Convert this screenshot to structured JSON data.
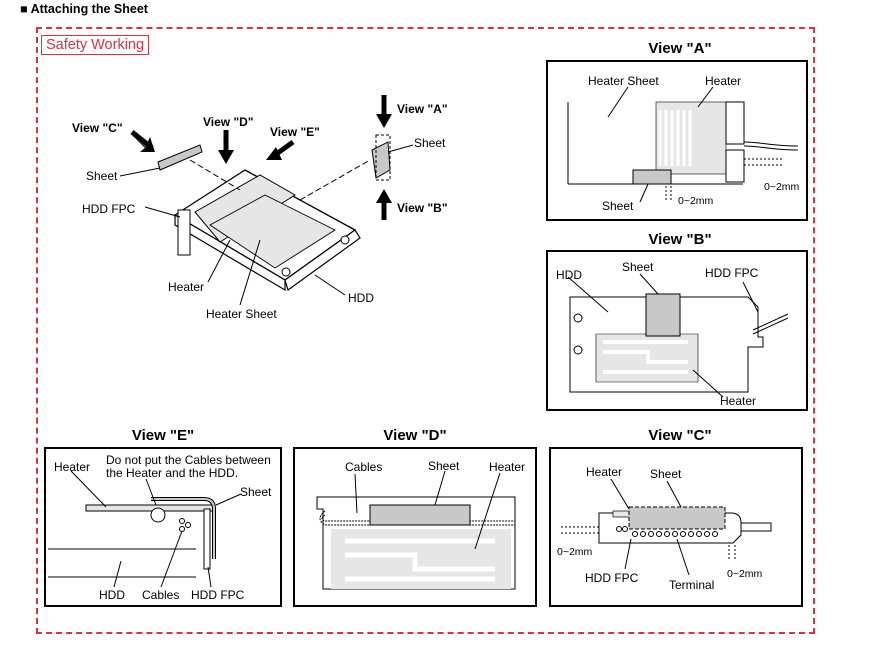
{
  "header": {
    "title": "Attaching the Sheet"
  },
  "badge": {
    "label": "Safety Working"
  },
  "main": {
    "view_c": "View \"C\"",
    "view_d": "View \"D\"",
    "view_e": "View \"E\"",
    "view_a": "View \"A\"",
    "view_b": "View \"B\"",
    "sheet": "Sheet",
    "hdd_fpc": "HDD FPC",
    "heater": "Heater",
    "heater_sheet": "Heater Sheet",
    "hdd": "HDD"
  },
  "views": {
    "a": {
      "title": "View \"A\"",
      "heater_sheet": "Heater Sheet",
      "heater": "Heater",
      "sheet": "Sheet",
      "gap1": "0~2mm",
      "gap2": "0~2mm"
    },
    "b": {
      "title": "View \"B\"",
      "hdd": "HDD",
      "sheet": "Sheet",
      "hdd_fpc": "HDD FPC",
      "heater": "Heater"
    },
    "e": {
      "title": "View \"E\"",
      "heater": "Heater",
      "note1": "Do not put the Cables between",
      "note2": "the Heater and the HDD.",
      "sheet": "Sheet",
      "hdd": "HDD",
      "cables": "Cables",
      "hdd_fpc": "HDD FPC"
    },
    "d": {
      "title": "View \"D\"",
      "cables": "Cables",
      "sheet": "Sheet",
      "heater": "Heater"
    },
    "c": {
      "title": "View \"C\"",
      "heater": "Heater",
      "sheet": "Sheet",
      "gap1": "0~2mm",
      "hdd_fpc": "HDD FPC",
      "terminal": "Terminal",
      "gap2": "0~2mm"
    }
  },
  "colors": {
    "accent": "#d9333f",
    "sheet_fill": "#c8c8c8",
    "heater_fill": "#e6e6e6"
  }
}
